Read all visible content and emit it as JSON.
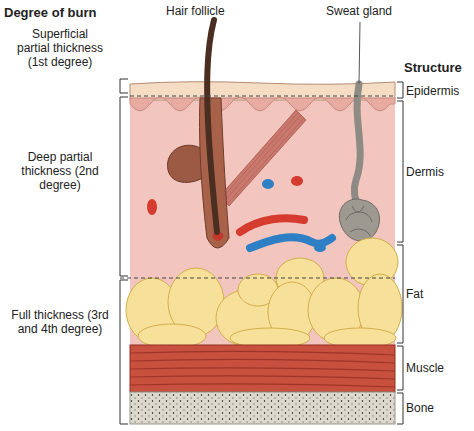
{
  "diagram": {
    "labels": [
      "Degree of burn",
      "Superficial partial thickness (1st degree)",
      "Deep partial thickness (2nd degree)",
      "Full thickness (3rd and 4th degree)",
      "Hair follicle",
      "Sweat gland",
      "Structure",
      "Epidermis",
      "Dermis",
      "Fat",
      "Muscle",
      "Bone"
    ]
  }
}
